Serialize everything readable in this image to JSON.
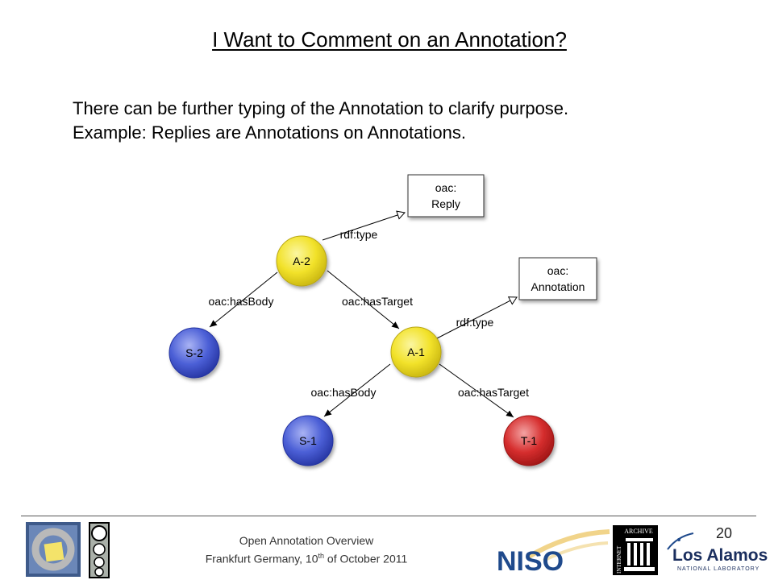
{
  "slide": {
    "title": "I Want to Comment on an Annotation?",
    "intro_lines": [
      "There can be further typing of the Annotation to clarify purpose.",
      "Example:  Replies are Annotations on Annotations."
    ],
    "number": "20"
  },
  "diagram": {
    "nodes": {
      "a2": "A-2",
      "a1": "A-1",
      "s2": "S-2",
      "s1": "S-1",
      "t1": "T-1"
    },
    "boxes": {
      "reply": [
        "oac:",
        "Reply"
      ],
      "annotation": [
        "oac:",
        "Annotation"
      ]
    },
    "edges": {
      "a2_type": "rdf:type",
      "a2_body": "oac:hasBody",
      "a2_target": "oac:hasTarget",
      "a1_type": "rdf:type",
      "a1_body": "oac:hasBody",
      "a1_target": "oac:hasTarget"
    },
    "colors": {
      "annotation_node": "#f2e22a",
      "body_node": "#4b5fd6",
      "target_node": "#d62e2e"
    }
  },
  "footer": {
    "line1": "Open Annotation Overview",
    "line2_prefix": "Frankfurt Germany, 10",
    "line2_sup": "th",
    "line2_suffix": " of October 2011",
    "logos": {
      "niso": "NISO",
      "archive_top": "ARCHIVE",
      "archive_side": "INTERNET",
      "lanl_name": "Los Alamos",
      "lanl_sub": "NATIONAL LABORATORY"
    }
  }
}
